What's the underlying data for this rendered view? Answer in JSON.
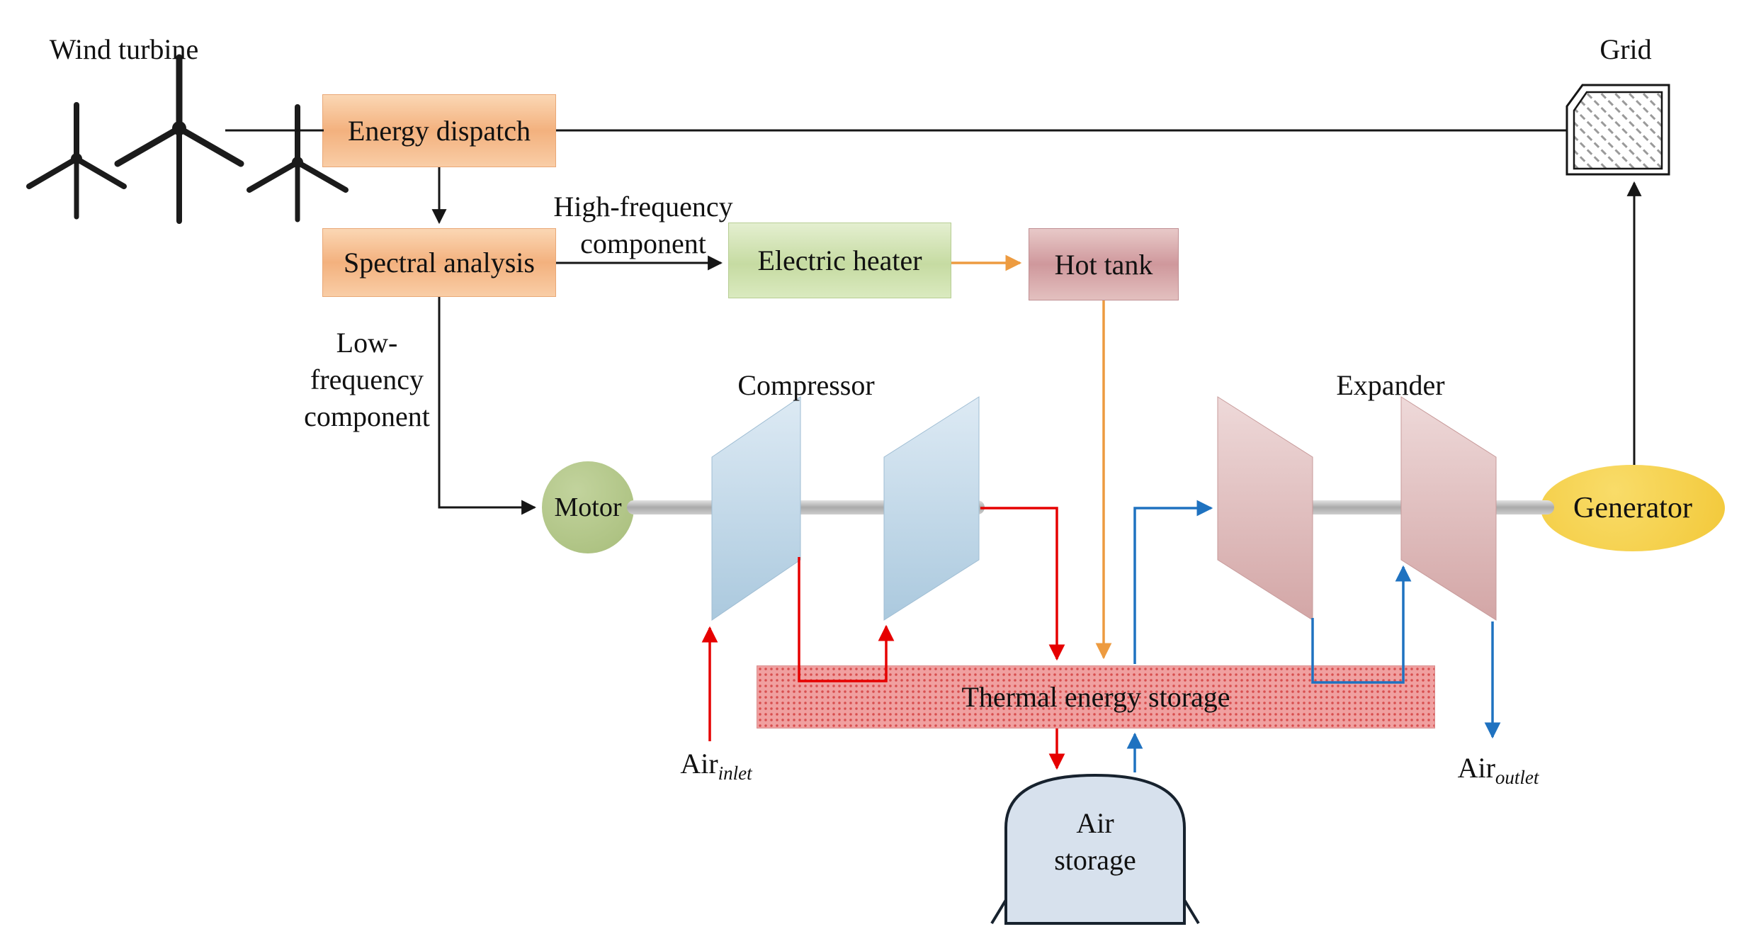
{
  "nodes": {
    "wind_turbine": {
      "label": "Wind turbine"
    },
    "grid": {
      "label": "Grid"
    },
    "energy_dispatch": {
      "label": "Energy dispatch"
    },
    "spectral_analysis": {
      "label": "Spectral analysis"
    },
    "electric_heater": {
      "label": "Electric heater"
    },
    "hot_tank": {
      "label": "Hot tank"
    },
    "motor": {
      "label": "Motor"
    },
    "compressor": {
      "label": "Compressor"
    },
    "expander": {
      "label": "Expander"
    },
    "generator": {
      "label": "Generator"
    },
    "thermal_energy_storage": {
      "label": "Thermal energy storage"
    },
    "air_storage": {
      "line1": "Air",
      "line2": "storage"
    }
  },
  "flow_labels": {
    "high_frequency": {
      "line1": "High-frequency",
      "line2": "component"
    },
    "low_frequency": {
      "line1": "Low-",
      "line2": "frequency",
      "line3": "component"
    },
    "air_inlet": {
      "base": "Air",
      "sub": "inlet"
    },
    "air_outlet": {
      "base": "Air",
      "sub": "outlet"
    }
  },
  "icons": {
    "wind_turbine": "wind-turbine-icon",
    "grid": "grid-hatched-box-icon"
  },
  "colors": {
    "line_black": "#161616",
    "arrow_red": "#e60000",
    "arrow_blue": "#1f72c0",
    "arrow_orange": "#ed9b40",
    "box_peach": "#f4b888",
    "box_green": "#cde0ab",
    "box_hot_tank": "#d49da2",
    "motor_green": "#b2c98b",
    "generator_yellow": "#f5cf47",
    "compressor_blue": "#c3d9e8",
    "expander_pink": "#ddb3b3",
    "tes_red": "#f0a0a0",
    "air_storage_blue": "#d7e1ed"
  }
}
